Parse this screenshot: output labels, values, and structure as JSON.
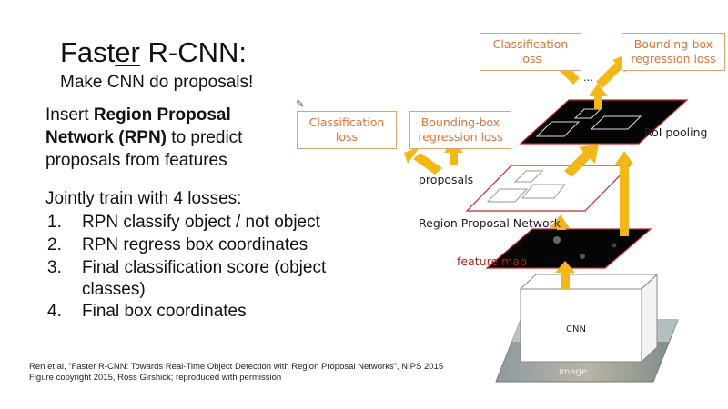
{
  "slide": {
    "title_pre": "Fast",
    "title_underlined": "er",
    "title_post": " R-CNN:",
    "subtitle": "Make CNN do proposals!",
    "insert_pre": "Insert ",
    "insert_bold": "Region Proposal Network (RPN)",
    "insert_post": " to predict proposals from features",
    "jointly": "Jointly train with 4 losses:",
    "losses": [
      {
        "num": "1.",
        "text": "RPN classify object / not object"
      },
      {
        "num": "2.",
        "text": "RPN regress box coordinates"
      },
      {
        "num": "3.",
        "text": "Final classification score (object classes)"
      },
      {
        "num": "4.",
        "text": "Final box coordinates"
      }
    ],
    "citation_line1": "Ren et al, “Faster R-CNN: Towards Real-Time Object Detection with Region Proposal Networks”, NIPS 2015",
    "citation_line2": "Figure copyright 2015, Ross Girshick; reproduced with permission"
  },
  "diagram": {
    "top_classification_loss": "Classification loss",
    "top_bbox_loss": "Bounding-box regression loss",
    "ellipsis": "...",
    "roi_pooling": "RoI pooling",
    "rpn_classification_loss": "Classification loss",
    "rpn_bbox_loss": "Bounding-box regression loss",
    "proposals": "proposals",
    "rpn": "Region Proposal Network",
    "feature_map": "feature map",
    "cnn": "CNN",
    "image": "image",
    "colors": {
      "arrow": "#f2b81a",
      "loss_border": "#e0a076",
      "loss_text": "#d9753a",
      "feature_border": "#c0282a"
    }
  }
}
